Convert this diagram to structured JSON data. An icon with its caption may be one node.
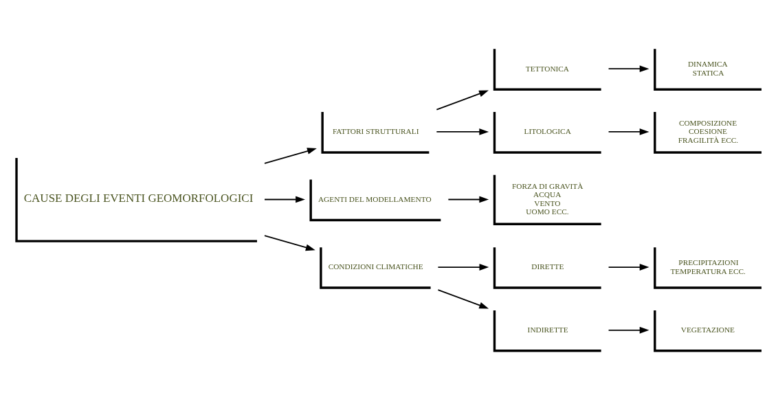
{
  "diagram": {
    "nodes": [
      {
        "text": [
          "CAUSE DEGLI EVENTI GEOMORFOLOGICI"
        ]
      },
      {
        "text": [
          "FATTORI STRUTTURALI"
        ]
      },
      {
        "text": [
          "AGENTI DEL MODELLAMENTO"
        ]
      },
      {
        "text": [
          "CONDIZIONI CLIMATICHE"
        ]
      },
      {
        "text": [
          "TETTONICA"
        ]
      },
      {
        "text": [
          "LITOLOGICA"
        ]
      },
      {
        "text": [
          "FORZA DI GRAVITÀ",
          "ACQUA",
          "VENTO",
          "UOMO ECC."
        ]
      },
      {
        "text": [
          "DIRETTE"
        ]
      },
      {
        "text": [
          "INDIRETTE"
        ]
      },
      {
        "text": [
          "DINAMICA",
          "STATICA"
        ]
      },
      {
        "text": [
          "COMPOSIZIONE",
          "COESIONE",
          "FRAGILITÀ ECC."
        ]
      },
      {
        "text": [
          "PRECIPITAZIONI",
          "TEMPERATURA ECC."
        ]
      },
      {
        "text": [
          "VEGETAZIONE"
        ]
      }
    ],
    "edges": [
      {
        "from": 0,
        "to": 1,
        "arrow": "to"
      },
      {
        "from": 0,
        "to": 2,
        "arrow": "to"
      },
      {
        "from": 0,
        "to": 3,
        "arrow": "to"
      },
      {
        "from": 1,
        "to": 4,
        "arrow": "to"
      },
      {
        "from": 1,
        "to": 5,
        "arrow": "to"
      },
      {
        "from": 2,
        "to": 6,
        "arrow": "to"
      },
      {
        "from": 3,
        "to": 7,
        "arrow": "to"
      },
      {
        "from": 3,
        "to": 8,
        "arrow": "to"
      },
      {
        "from": 4,
        "to": 9,
        "arrow": "to"
      },
      {
        "from": 5,
        "to": 10,
        "arrow": "to"
      },
      {
        "from": 7,
        "to": 11,
        "arrow": "to"
      },
      {
        "from": 8,
        "to": 12,
        "arrow": "to"
      }
    ]
  }
}
